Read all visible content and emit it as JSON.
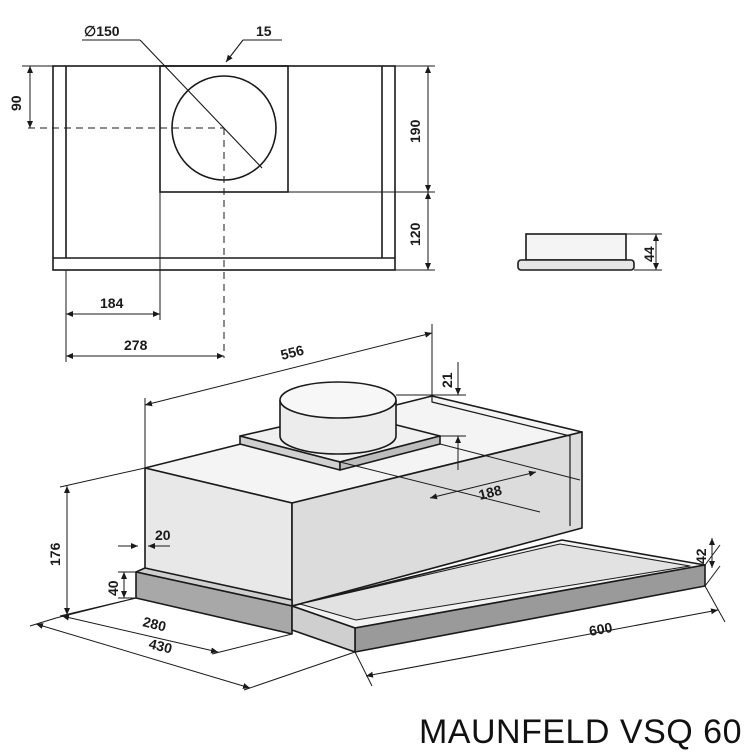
{
  "caption": "MAUNFELD VSQ 60",
  "top_view": {
    "diameter": "∅150",
    "offset_15": "15",
    "height_90": "90",
    "height_190": "190",
    "height_120": "120",
    "width_184": "184",
    "width_278": "278"
  },
  "side_view": {
    "height_44": "44"
  },
  "iso_view": {
    "depth_556": "556",
    "collar_21": "21",
    "offset_188": "188",
    "height_176": "176",
    "lip_20": "20",
    "front_40": "40",
    "slide_42": "42",
    "width_280": "280",
    "width_430": "430",
    "width_600": "600"
  },
  "colors": {
    "line": "#1a1a1a",
    "face_top": "#f4f4f4",
    "face_front": "#e6e6e6",
    "face_side": "#d6d6d6",
    "face_dark": "#9a9a9a"
  }
}
